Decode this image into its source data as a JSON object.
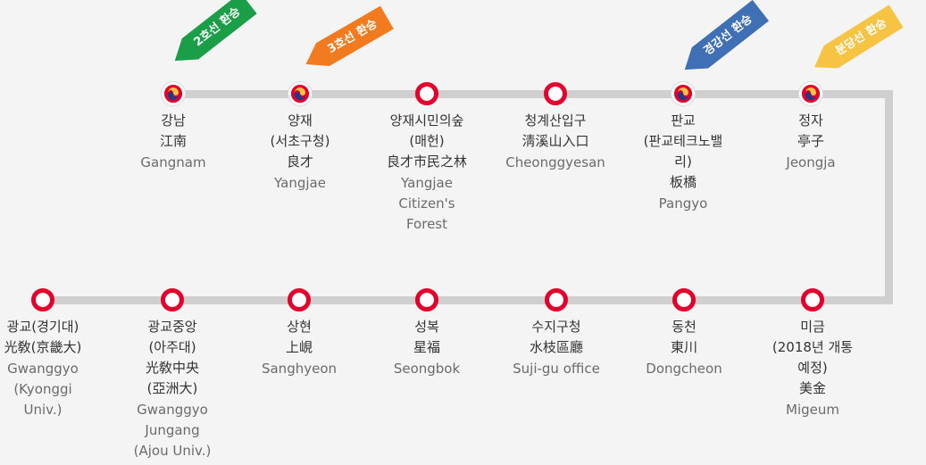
{
  "colors": {
    "line": "#cfcfcf",
    "station_ring": "#e4002b",
    "line2": "#1a9e47",
    "line3": "#f27b20",
    "gyeonggang": "#3f6fb5",
    "bundang": "#f6c343"
  },
  "transfer_flags": [
    {
      "text": "2호선 환승",
      "color": "#1a9e47"
    },
    {
      "text": "3호선 환승",
      "color": "#f27b20"
    },
    {
      "text": "경강선 환승",
      "color": "#3f6fb5"
    },
    {
      "text": "분당선 환승",
      "color": "#f6c343"
    }
  ],
  "stations": [
    {
      "ko": "강남",
      "hanja": "江南",
      "en": "Gangnam",
      "type": "transfer-icon"
    },
    {
      "ko": "양재\n(서초구청)",
      "hanja": "良才",
      "en": "Yangjae",
      "type": "transfer-icon"
    },
    {
      "ko": "양재시민의숲\n(매헌)",
      "hanja": "良才市民之林",
      "en": "Yangjae\nCitizen's\nForest",
      "type": "station-icon"
    },
    {
      "ko": "청계산입구",
      "hanja": "淸溪山入口",
      "en": "Cheonggyesan",
      "type": "station-icon"
    },
    {
      "ko": "판교\n(판교테크노밸\n리)",
      "hanja": "板橋",
      "en": "Pangyo",
      "type": "transfer-icon"
    },
    {
      "ko": "정자",
      "hanja": "亭子",
      "en": "Jeongja",
      "type": "transfer-icon"
    },
    {
      "ko": "미금\n(2018년 개통\n예정)",
      "hanja": "美金",
      "en": "Migeum",
      "type": "station-icon"
    },
    {
      "ko": "동천",
      "hanja": "東川",
      "en": "Dongcheon",
      "type": "station-icon"
    },
    {
      "ko": "수지구청",
      "hanja": "水枝區廳",
      "en": "Suji-gu office",
      "type": "station-icon"
    },
    {
      "ko": "성복",
      "hanja": "星福",
      "en": "Seongbok",
      "type": "station-icon"
    },
    {
      "ko": "상현",
      "hanja": "上峴",
      "en": "Sanghyeon",
      "type": "station-icon"
    },
    {
      "ko": "광교중앙\n(아주대)",
      "hanja": "光敎中央\n(亞洲大)",
      "en": "Gwanggyo\nJungang\n(Ajou Univ.)",
      "type": "station-icon"
    },
    {
      "ko": "광교(경기대)",
      "hanja": "光敎(京畿大)",
      "en": "Gwanggyo\n(Kyonggi\nUniv.)",
      "type": "station-icon"
    }
  ]
}
